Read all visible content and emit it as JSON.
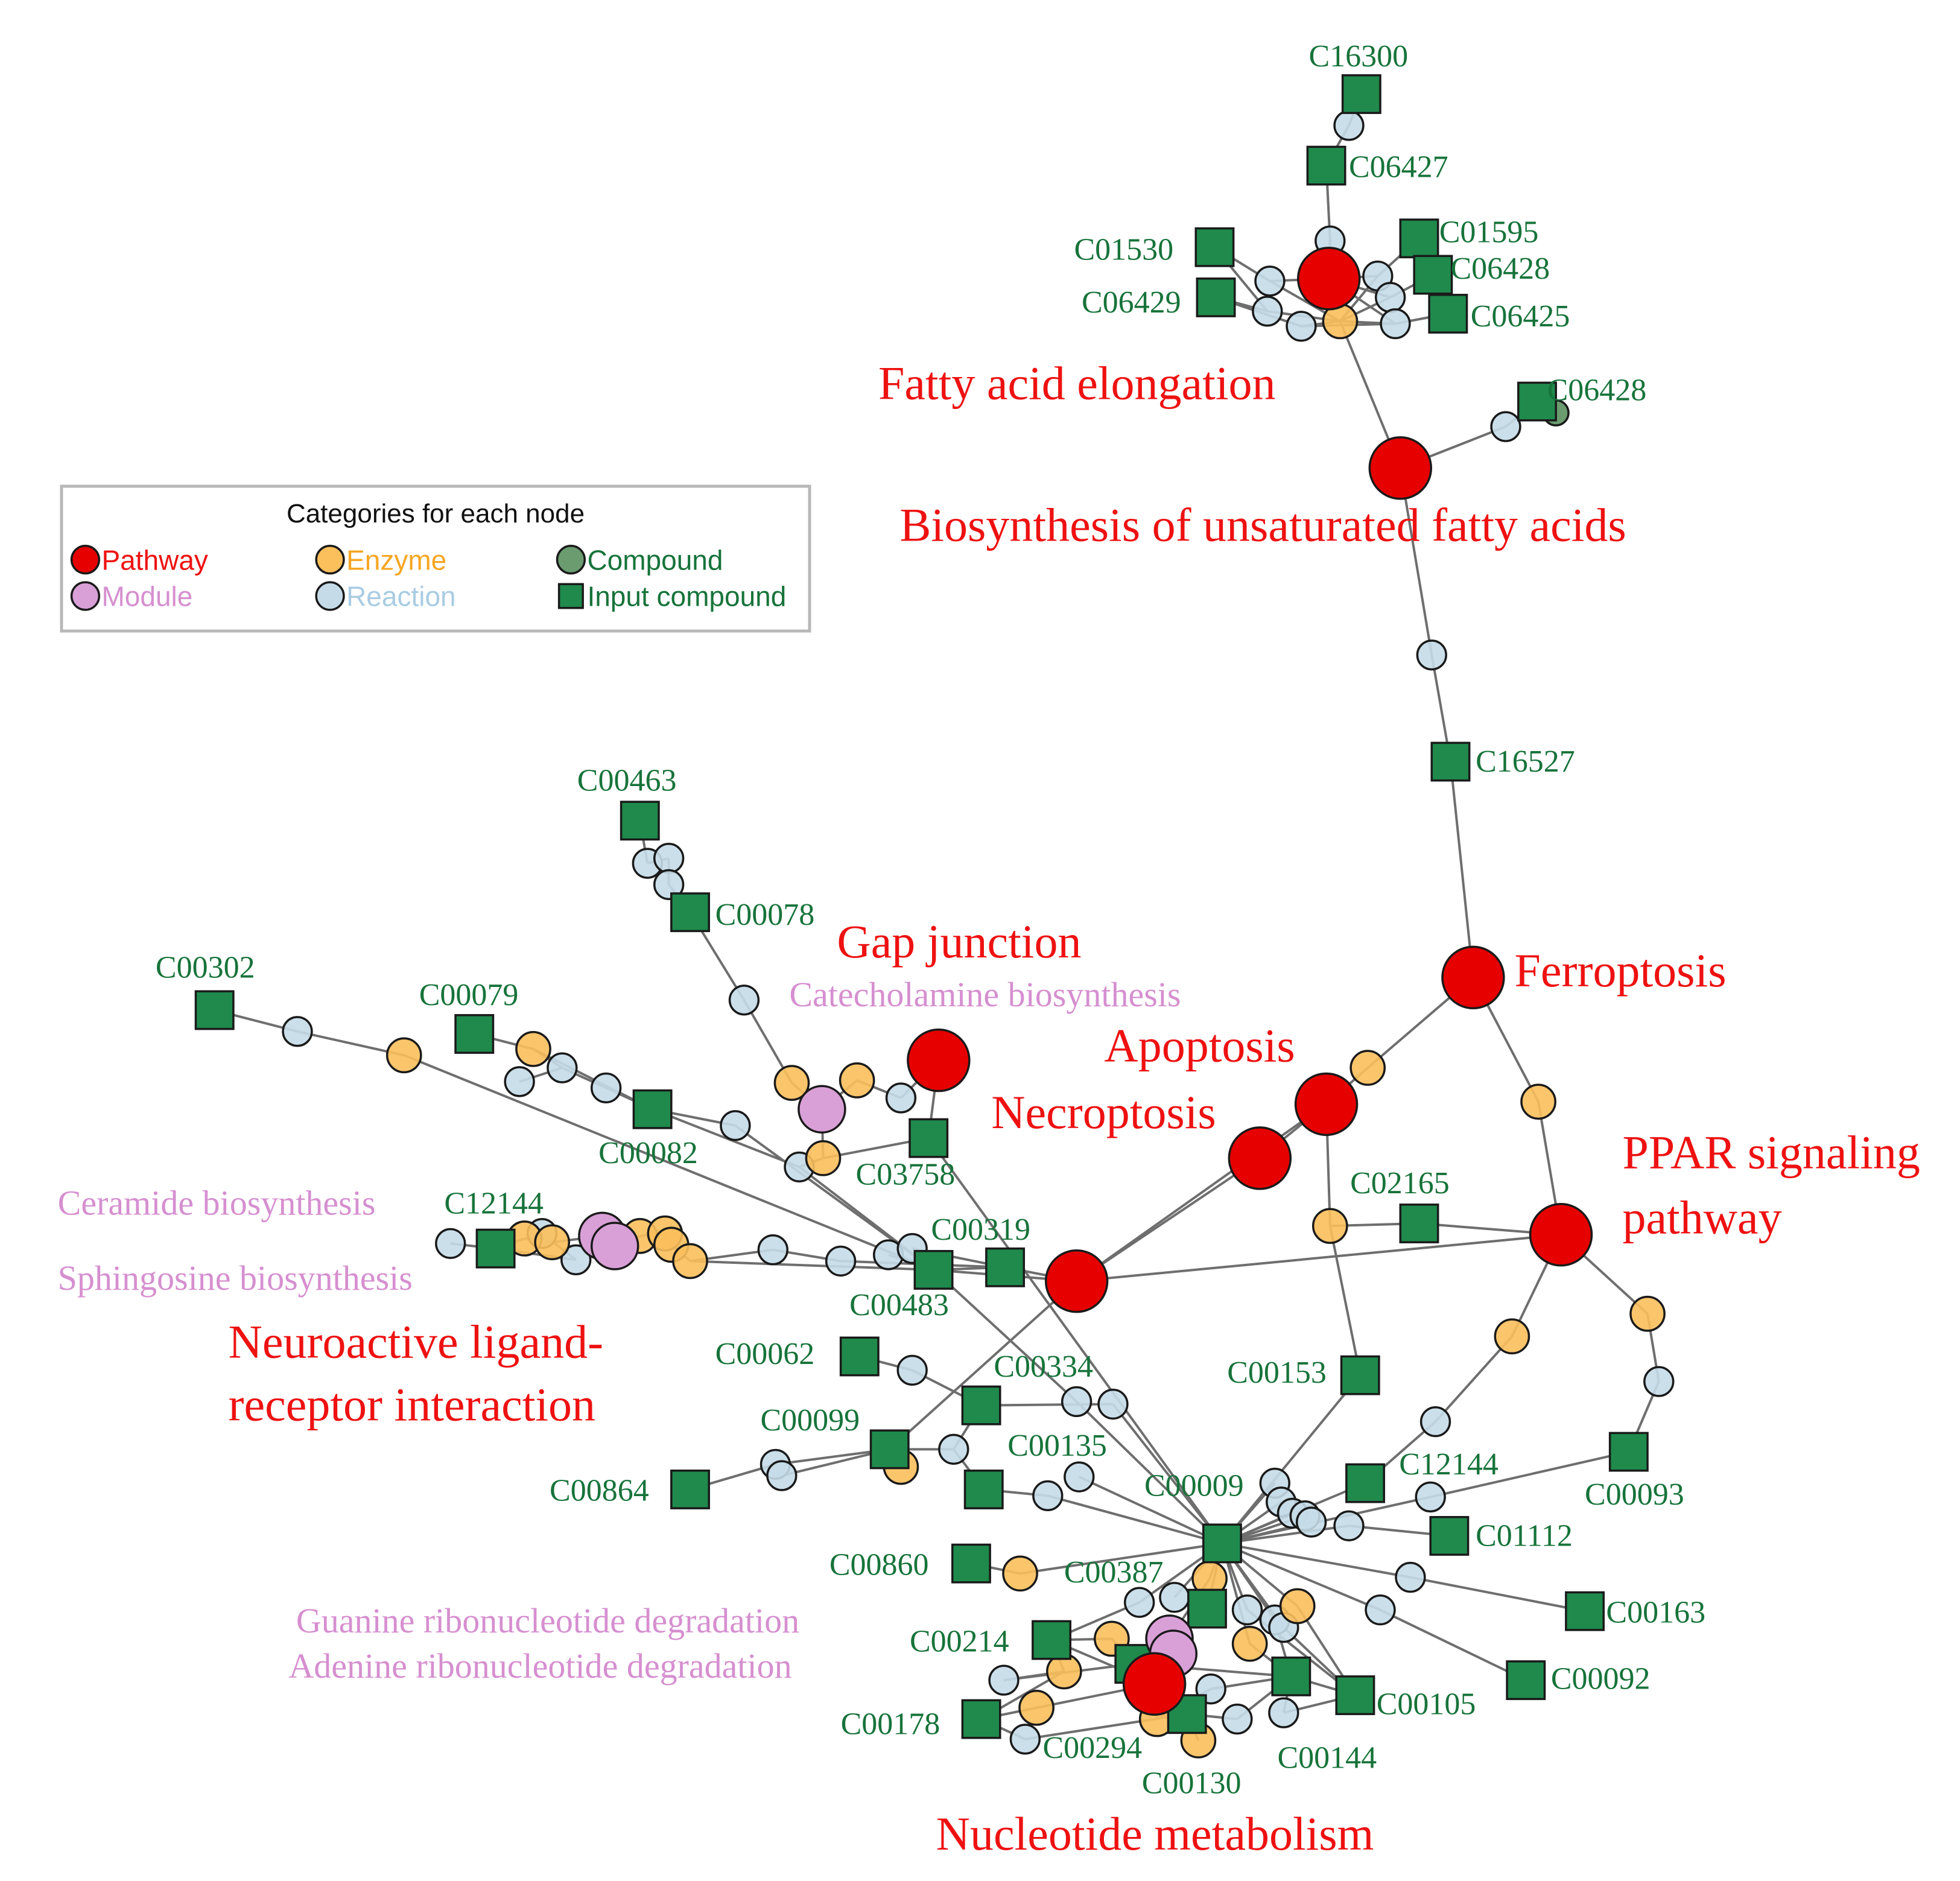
{
  "legend": {
    "title": "Categories for each node",
    "items": [
      {
        "key": "pathway",
        "label": "Pathway",
        "color": "#ee1111",
        "shape": "circle"
      },
      {
        "key": "module",
        "label": "Module",
        "color": "#d68fd0",
        "shape": "circle"
      },
      {
        "key": "enzyme",
        "label": "Enzyme",
        "color": "#f5a623",
        "shape": "circle"
      },
      {
        "key": "reaction",
        "label": "Reaction",
        "color": "#a9cce3",
        "shape": "circle"
      },
      {
        "key": "compound",
        "label": "Compound",
        "color": "#1e7b45",
        "shape": "circle"
      },
      {
        "key": "input",
        "label": "Input compound",
        "color": "#1e7b45",
        "shape": "square"
      }
    ]
  },
  "colors": {
    "pathway": "#e60000",
    "module": "#d9a0d8",
    "enzyme": "#fbbf5c",
    "reaction": "#c5dce8",
    "compound": "#6a9c70",
    "input": "#1f8a4c",
    "edge": "#6e6e6e",
    "compound_label": "#17733a",
    "pathway_label": "#ee1111",
    "module_label": "#d68fd0"
  },
  "pathway_labels": [
    "Fatty acid elongation",
    "Biosynthesis of unsaturated fatty acids",
    "Gap junction",
    "Ferroptosis",
    "Apoptosis",
    "Necroptosis",
    "PPAR signaling",
    "pathway",
    "Neuroactive ligand-",
    "receptor interaction",
    "Nucleotide metabolism"
  ],
  "module_labels": [
    "Catecholamine biosynthesis",
    "Ceramide biosynthesis",
    "Sphingosine biosynthesis",
    "Guanine ribonucleotide degradation",
    "Adenine ribonucleotide degradation"
  ],
  "compound_labels": [
    "C16300",
    "C06427",
    "C01530",
    "C01595",
    "C06428",
    "C06429",
    "C06425",
    "C06428",
    "C16527",
    "C00463",
    "C00078",
    "C00302",
    "C00079",
    "C00082",
    "C03758",
    "C12144",
    "C00319",
    "C00483",
    "C02165",
    "C00062",
    "C00334",
    "C00153",
    "C00099",
    "C00135",
    "C00864",
    "C00009",
    "C12144",
    "C00093",
    "C01112",
    "C00860",
    "C00387",
    "C00163",
    "C00214",
    "C00092",
    "C00105",
    "C00178",
    "C00294",
    "C00144",
    "C00130"
  ]
}
